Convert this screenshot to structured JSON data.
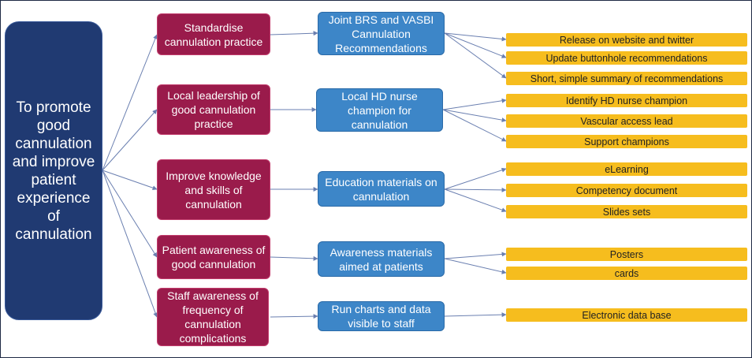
{
  "primary_aim": "To promote good cannulation and improve patient experience of cannulation",
  "drivers": [
    "Standardise cannulation practice",
    "Local leadership of good cannulation practice",
    "Improve knowledge and skills of cannulation",
    "Patient awareness of good cannulation",
    "Staff awareness of frequency of cannulation complications"
  ],
  "change_ideas": [
    "Joint BRS and VASBI Cannulation Recommendations",
    "Local HD nurse champion for cannulation",
    "Education materials on cannulation",
    "Awareness materials aimed at patients",
    "Run charts and data visible to staff"
  ],
  "actions": [
    "Release on website and twitter",
    "Update buttonhole recommendations",
    "Short, simple summary of recommendations",
    "Identify HD nurse champion",
    "Vascular access lead",
    "Support champions",
    "eLearning",
    "Competency document",
    "Slides sets",
    "Posters",
    "cards",
    "Electronic data base"
  ],
  "colors": {
    "aim": "#203a72",
    "driver": "#9a1b4b",
    "change": "#3d86c8",
    "action": "#f6bd1e",
    "connector": "#6a7fb0"
  }
}
